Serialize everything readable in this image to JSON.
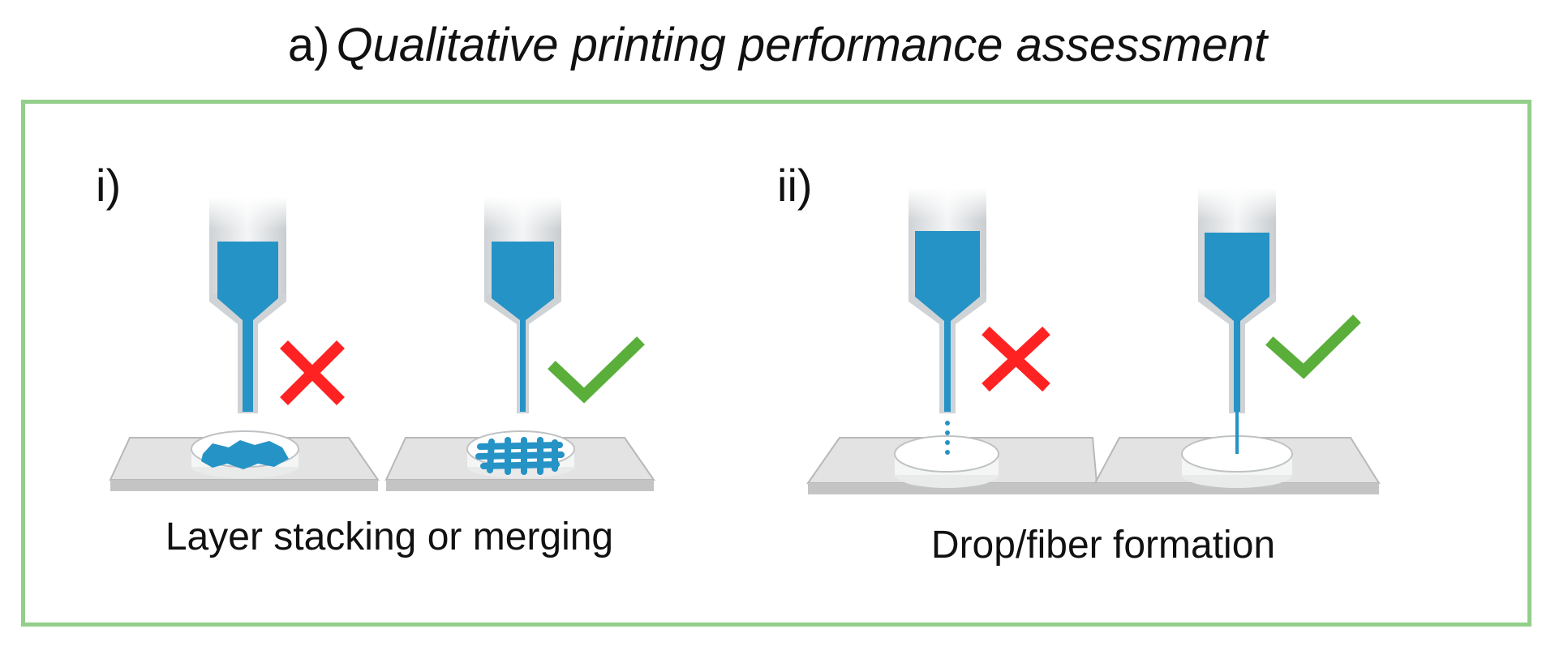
{
  "figure": {
    "title_letter": "a)",
    "title_text": "Qualitative printing performance assessment",
    "border_color": "#93cf8b",
    "ink_color": "#2593c6",
    "cross_color": "#ff2222",
    "check_color": "#5aae3a",
    "panels": [
      {
        "label": "i)",
        "caption": "Layer stacking or merging",
        "examples": [
          {
            "result": "fail",
            "icon": "cross-icon",
            "deposit": "merged-blob"
          },
          {
            "result": "pass",
            "icon": "check-icon",
            "deposit": "grid-lattice"
          }
        ]
      },
      {
        "label": "ii)",
        "caption": "Drop/fiber formation",
        "examples": [
          {
            "result": "fail",
            "icon": "cross-icon",
            "deposit": "droplets"
          },
          {
            "result": "pass",
            "icon": "check-icon",
            "deposit": "continuous-fiber"
          }
        ]
      }
    ]
  }
}
